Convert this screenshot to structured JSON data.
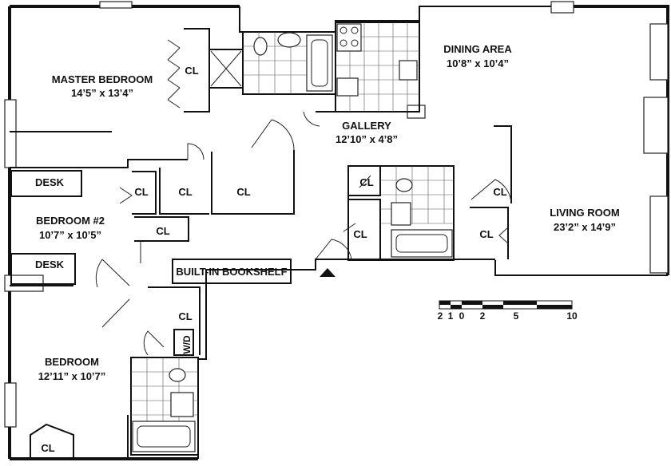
{
  "rooms": [
    {
      "id": "master",
      "name": "MASTER BEDROOM",
      "dims": "14’5” x 13’4”"
    },
    {
      "id": "dining",
      "name": "DINING AREA",
      "dims": "10’8” x 10’4”"
    },
    {
      "id": "gallery",
      "name": "GALLERY",
      "dims": "12’10” x 4’8”"
    },
    {
      "id": "bedroom2",
      "name": "BEDROOM #2",
      "dims": "10’7” x 10’5”"
    },
    {
      "id": "living",
      "name": "LIVING ROOM",
      "dims": "23’2” x 14’9”"
    },
    {
      "id": "bedroom",
      "name": "BEDROOM",
      "dims": "12’11” x 10’7”"
    }
  ],
  "labels": {
    "closet": "CL",
    "desk": "DESK",
    "bookshelf": "BUILT-IN BOOKSHELF",
    "washer_dryer": "W/D"
  },
  "scale_bar": {
    "ticks": [
      "2",
      "1",
      "0",
      "2",
      "5",
      "10"
    ]
  }
}
